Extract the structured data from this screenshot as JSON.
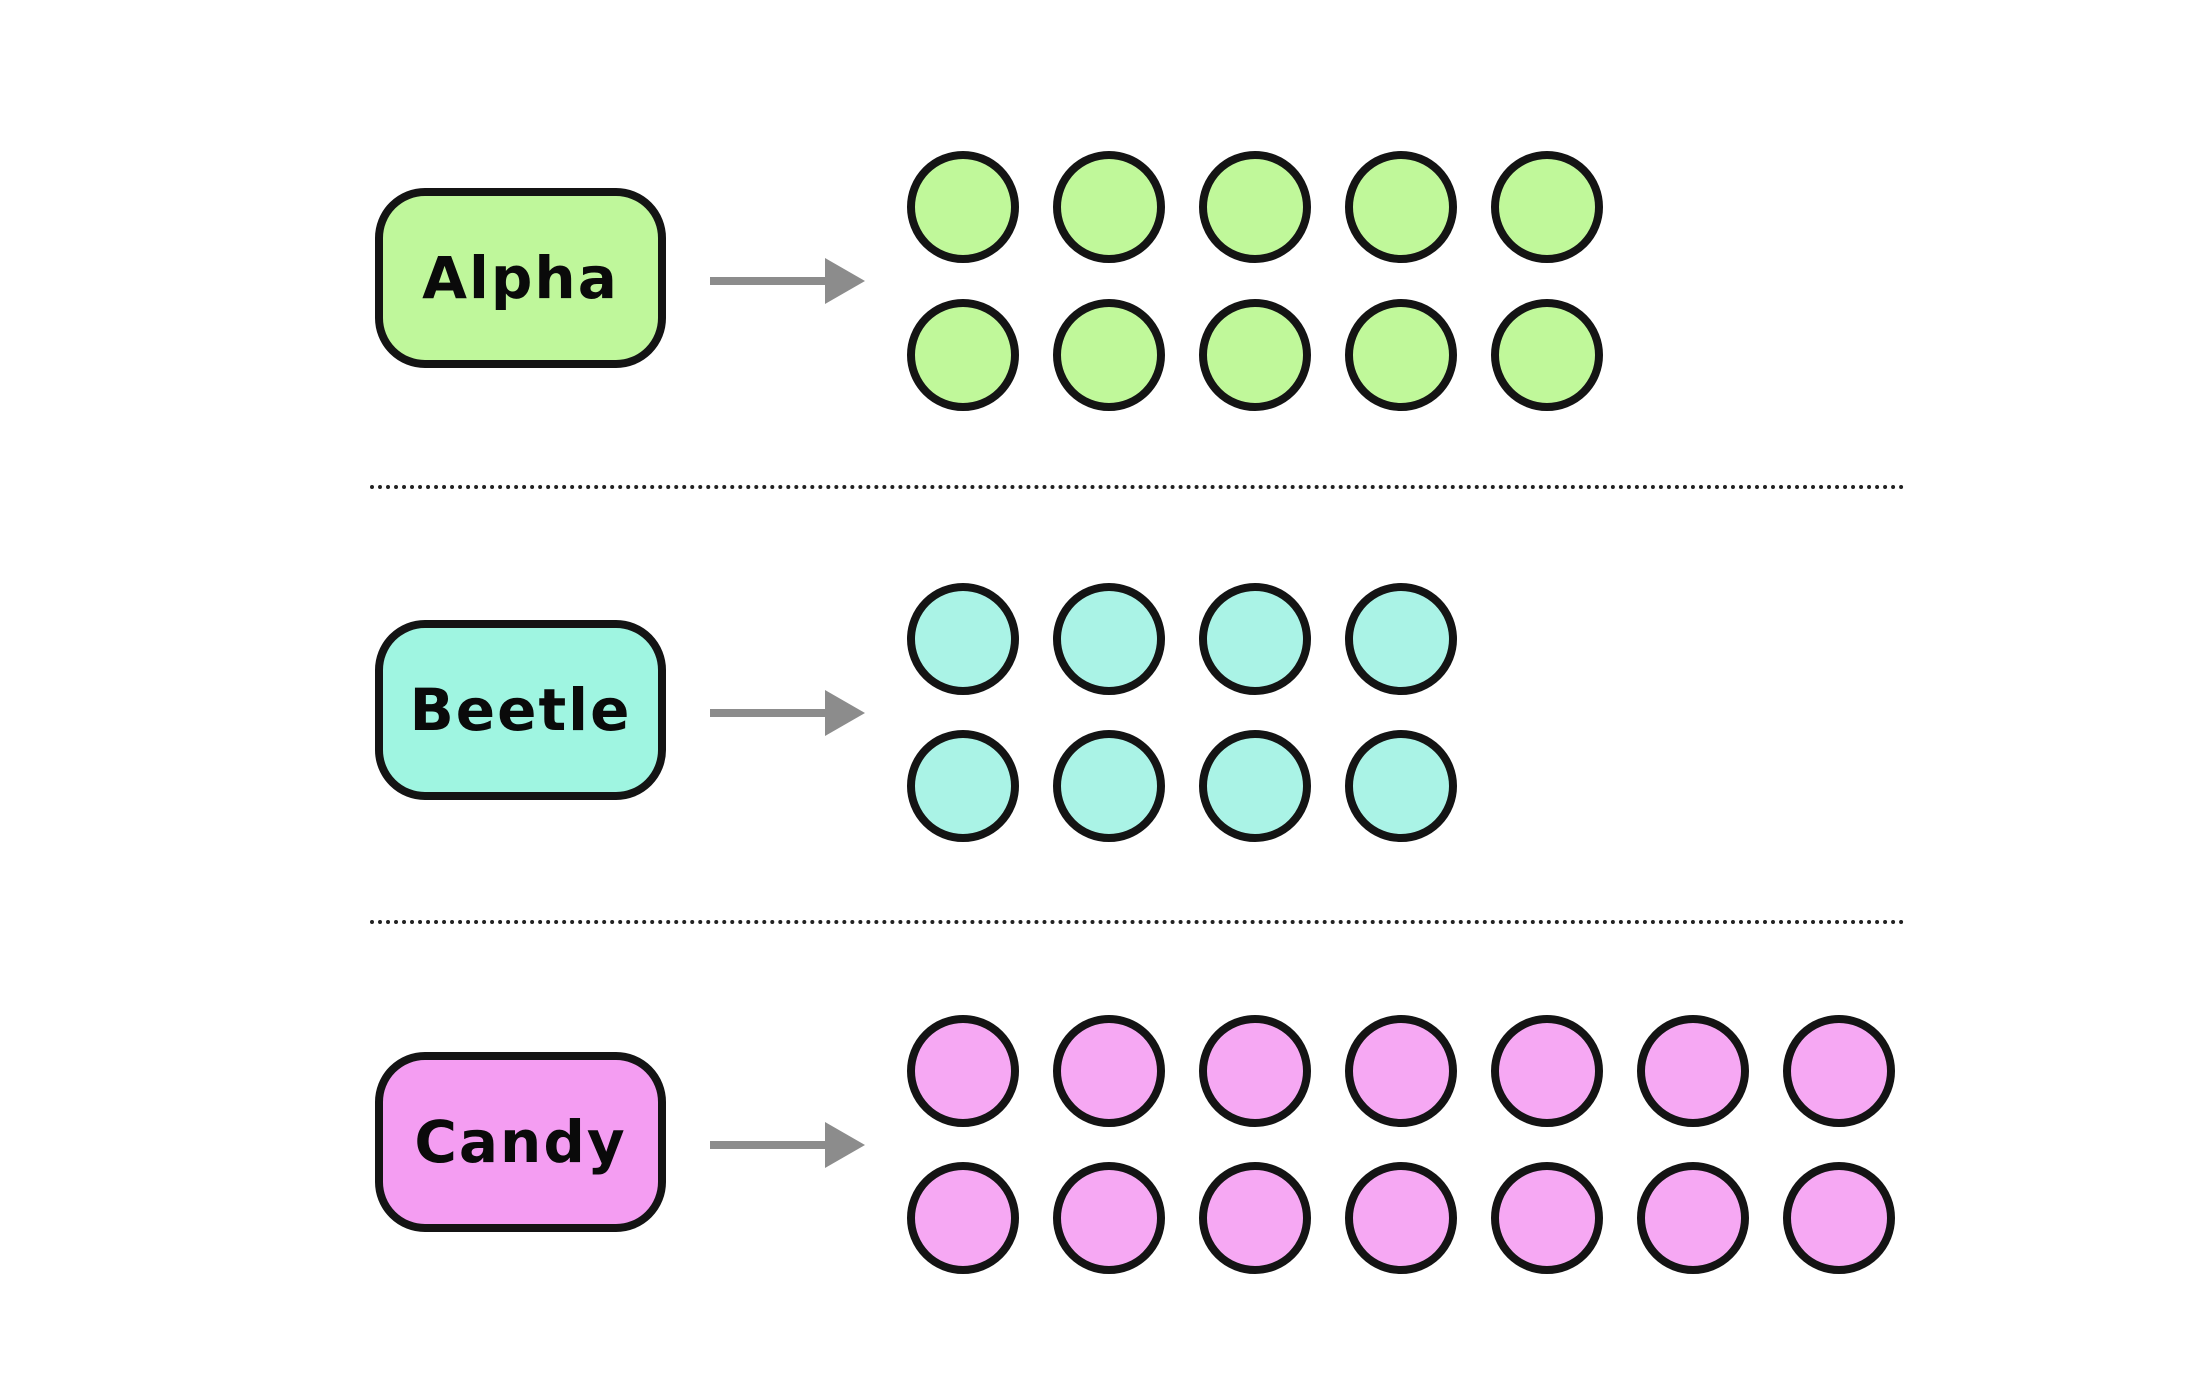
{
  "groups": [
    {
      "label": "Alpha",
      "count": 10,
      "box_color": "#bff79b",
      "dot_color": "#c0f89a"
    },
    {
      "label": "Beetle",
      "count": 8,
      "box_color": "#9ff5e1",
      "dot_color": "#aaf3e6"
    },
    {
      "label": "Candy",
      "count": 14,
      "box_color": "#f49df2",
      "dot_color": "#f6a8f3"
    }
  ],
  "outline_color": "#141414",
  "arrow_color": "#8c8c8c"
}
